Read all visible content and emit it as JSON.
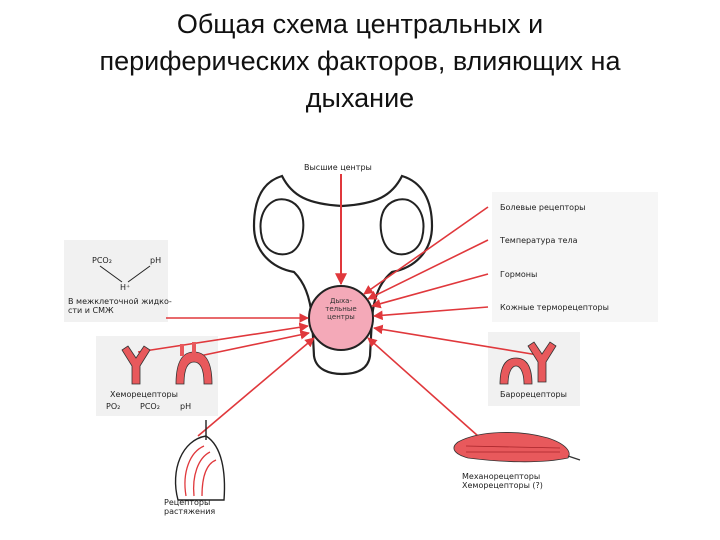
{
  "title": {
    "line1": "Общая схема центральных и",
    "line2": "периферических факторов, влияющих на",
    "line3": "дыхание"
  },
  "center": {
    "line1": "Дыха-",
    "line2": "тельные",
    "line3": "центры"
  },
  "labels": {
    "higher_centers": "Высшие центры",
    "pain_receptors": "Болевые рецепторы",
    "body_temperature": "Температура тела",
    "hormones": "Гормоны",
    "skin_thermoreceptors": "Кожные терморецепторы",
    "baroreceptors": "Барорецепторы",
    "mechano_line1": "Механорецепторы",
    "mechano_line2": "Хеморецепторы (?)",
    "stretch_line1": "Рецепторы",
    "stretch_line2": "растяжения",
    "chemoreceptors": "Хеморецепторы",
    "po2": "PO₂",
    "pco2": "PCO₂",
    "ph": "pH",
    "csf_pco2": "PCO₂",
    "csf_ph": "pH",
    "csf_h": "H⁺",
    "csf_line1": "В межклеточной жидко-",
    "csf_line2": "сти и СМЖ"
  },
  "colors": {
    "arrow": "#e0383c",
    "center_fill": "#f4a9b8",
    "outline": "#222222"
  }
}
